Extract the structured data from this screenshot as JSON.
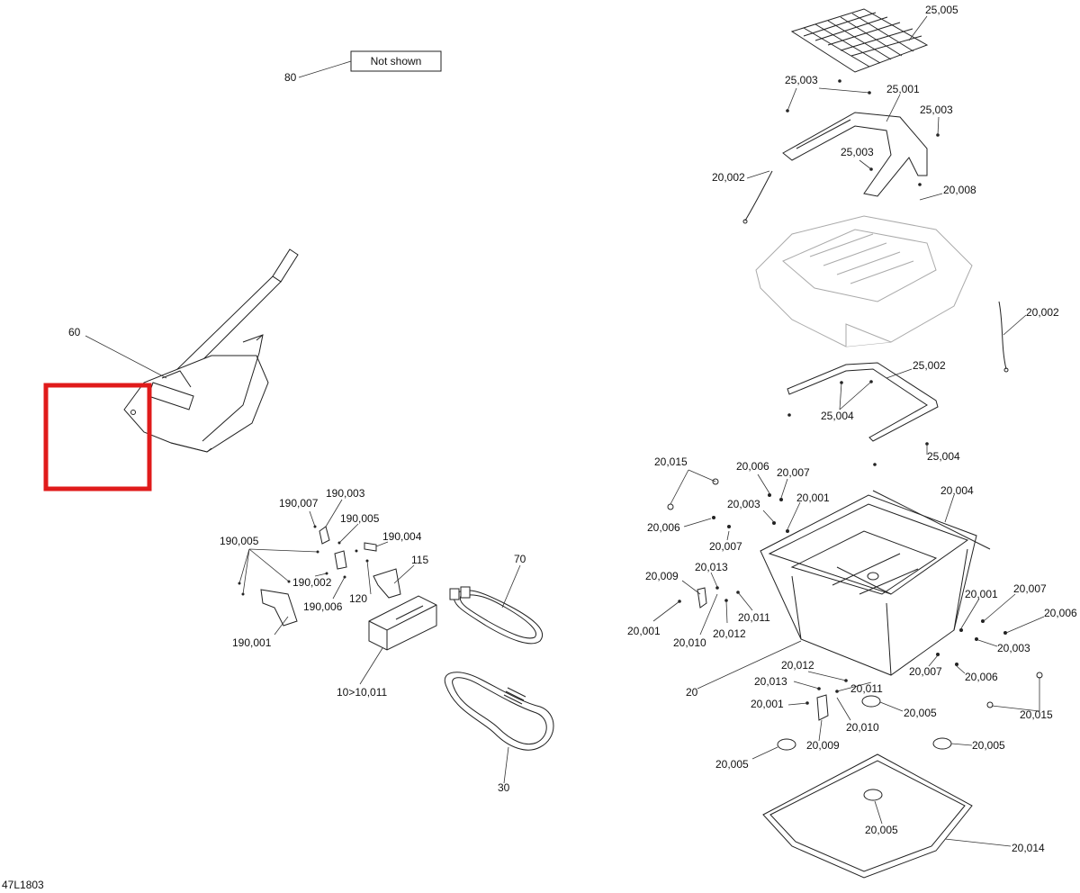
{
  "drawing_code": "47L1803",
  "note_box": "Not shown",
  "highlight_color": "#e01b1b",
  "labels": {
    "p80": "80",
    "p60": "60",
    "p70": "70",
    "p115": "115",
    "p120": "120",
    "p30": "30",
    "p10": "10>10,011",
    "p190007": "190,007",
    "p190003": "190,003",
    "p190005a": "190,005",
    "p190005b": "190,005",
    "p190004": "190,004",
    "p190002": "190,002",
    "p190006": "190,006",
    "p190001": "190,001",
    "p25005": "25,005",
    "p25003a": "25,003",
    "p25001": "25,001",
    "p25003b": "25,003",
    "p25003c": "25,003",
    "p20002a": "20,002",
    "p20008": "20,008",
    "p20002b": "20,002",
    "p25002": "25,002",
    "p25004a": "25,004",
    "p25004b": "25,004",
    "p20015a": "20,015",
    "p20006a": "20,006",
    "p20007a": "20,007",
    "p20003a": "20,003",
    "p20001a": "20,001",
    "p20004": "20,004",
    "p20006b": "20,006",
    "p20007b": "20,007",
    "p20009a": "20,009",
    "p20013a": "20,013",
    "p20011a": "20,011",
    "p20001b": "20,001",
    "p20010a": "20,010",
    "p20012a": "20,012",
    "p20001c": "20,001",
    "p20007c": "20,007",
    "p20006c": "20,006",
    "p20003b": "20,003",
    "p20007d": "20,007",
    "p20006d": "20,006",
    "p20015b": "20,015",
    "p20": "20",
    "p20012b": "20,012",
    "p20013b": "20,013",
    "p20011b": "20,011",
    "p20001d": "20,001",
    "p20010b": "20,010",
    "p20005a": "20,005",
    "p20009b": "20,009",
    "p20005b": "20,005",
    "p20005c": "20,005",
    "p20005d": "20,005",
    "p20014": "20,014"
  }
}
